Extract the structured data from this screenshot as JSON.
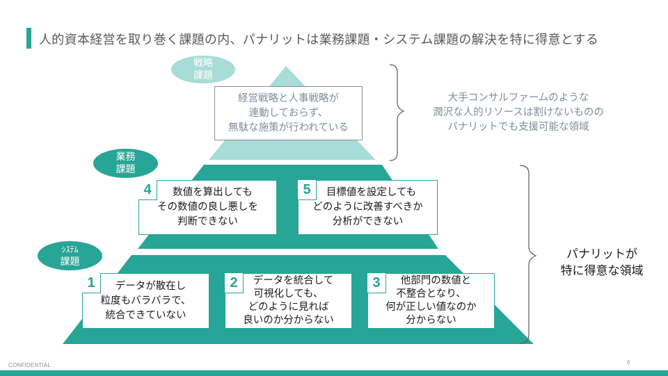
{
  "header": {
    "title": "人的資本経営を取り巻く課題の内、パナリットは業務課題・システム課題の解決を特に得意とする"
  },
  "colors": {
    "accent": "#26a69a",
    "accent_light": "#a8dcd6",
    "box_border": "#27a596",
    "muted_text": "#7f8c9a"
  },
  "pyramid": {
    "tiers": [
      {
        "id": "strategy",
        "label_lines": [
          "戦略",
          "課題"
        ],
        "boxes": [
          {
            "number": "",
            "lines": [
              "経営戦略と人事戦略が",
              "連動しておらず、",
              "無駄な施策が行われている"
            ]
          }
        ]
      },
      {
        "id": "business",
        "label_lines": [
          "業務",
          "課題"
        ],
        "boxes": [
          {
            "number": "4",
            "lines": [
              "数値を算出しても",
              "その数値の良し悪しを",
              "判断できない"
            ]
          },
          {
            "number": "5",
            "lines": [
              "目標値を設定しても",
              "どのように改善すべきか",
              "分析ができない"
            ]
          }
        ]
      },
      {
        "id": "system",
        "label_lines": [
          "ｼｽﾃﾑ",
          "課題"
        ],
        "boxes": [
          {
            "number": "1",
            "lines": [
              "データが散在し",
              "粒度もバラバラで、",
              "統合できていない"
            ]
          },
          {
            "number": "2",
            "lines": [
              "データを統合して",
              "可視化しても、",
              "どのように見れば",
              "良いのか分からない"
            ]
          },
          {
            "number": "3",
            "lines": [
              "他部門の数値と",
              "不整合となり、",
              "何が正しい値なのか",
              "分からない"
            ]
          }
        ]
      }
    ]
  },
  "annotations": {
    "upper": {
      "lines": [
        "大手コンサルファームのような",
        "潤沢な人的リソースは割けないものの",
        "パナリットでも支援可能な領域"
      ]
    },
    "lower": {
      "lines": [
        "パナリットが",
        "特に得意な領域"
      ]
    }
  },
  "footer": {
    "confidential": "CONFIDENTIAL",
    "page_number": "6"
  }
}
